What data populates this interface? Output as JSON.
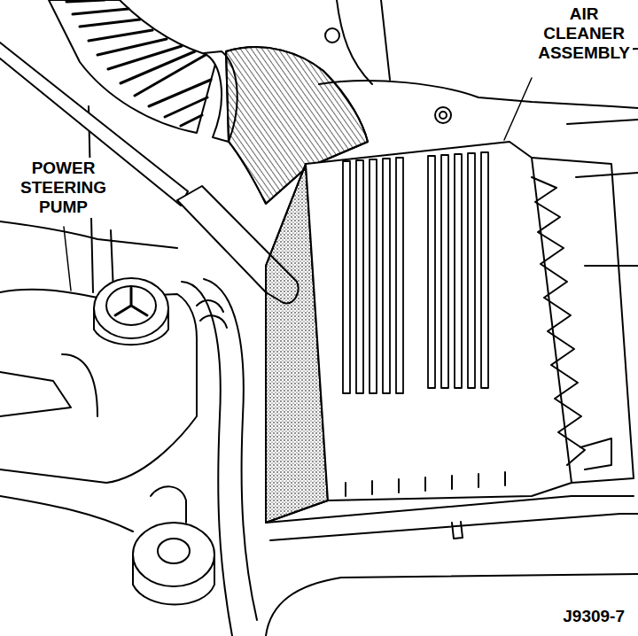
{
  "diagram": {
    "labels": [
      "AIR CLEANER ASSEMBLY",
      "POWER STEERING PUMP",
      "J9309-7"
    ]
  }
}
